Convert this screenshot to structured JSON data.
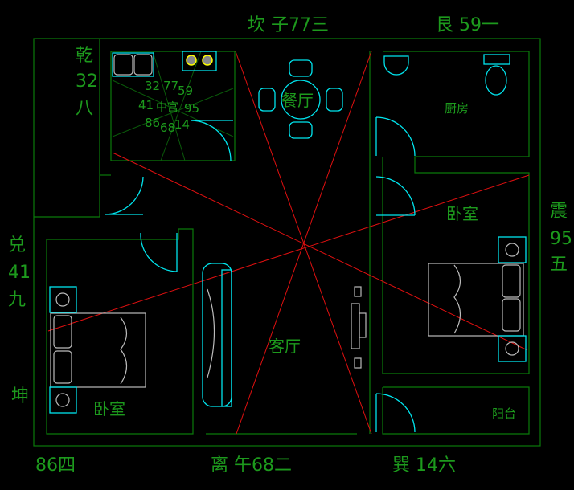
{
  "compass": {
    "north": "坎 子77三",
    "northeast": "艮 59一",
    "northwest": [
      "乾",
      "32",
      "八"
    ],
    "west": [
      "兑",
      "41",
      "九"
    ],
    "east": [
      "震",
      "95",
      "五"
    ],
    "southwest": "坤",
    "southwest_num": "86四",
    "south": "离 午68二",
    "southeast": "巽 14六"
  },
  "center_grid": {
    "row1": [
      "32",
      "77",
      "59"
    ],
    "row2": [
      "41",
      "中宫",
      "95"
    ],
    "row3": [
      "86",
      "68",
      "14"
    ]
  },
  "rooms": {
    "dining": "餐厅",
    "kitchen_label": "厨房",
    "bedroom_east": "卧室",
    "bedroom_west": "卧室",
    "living": "客厅",
    "balcony": "阳台"
  },
  "colors": {
    "text": "#1d9a1d",
    "walls": "#0a7a0a",
    "fixtures": "#00e5ee",
    "axes": "#e01010"
  }
}
